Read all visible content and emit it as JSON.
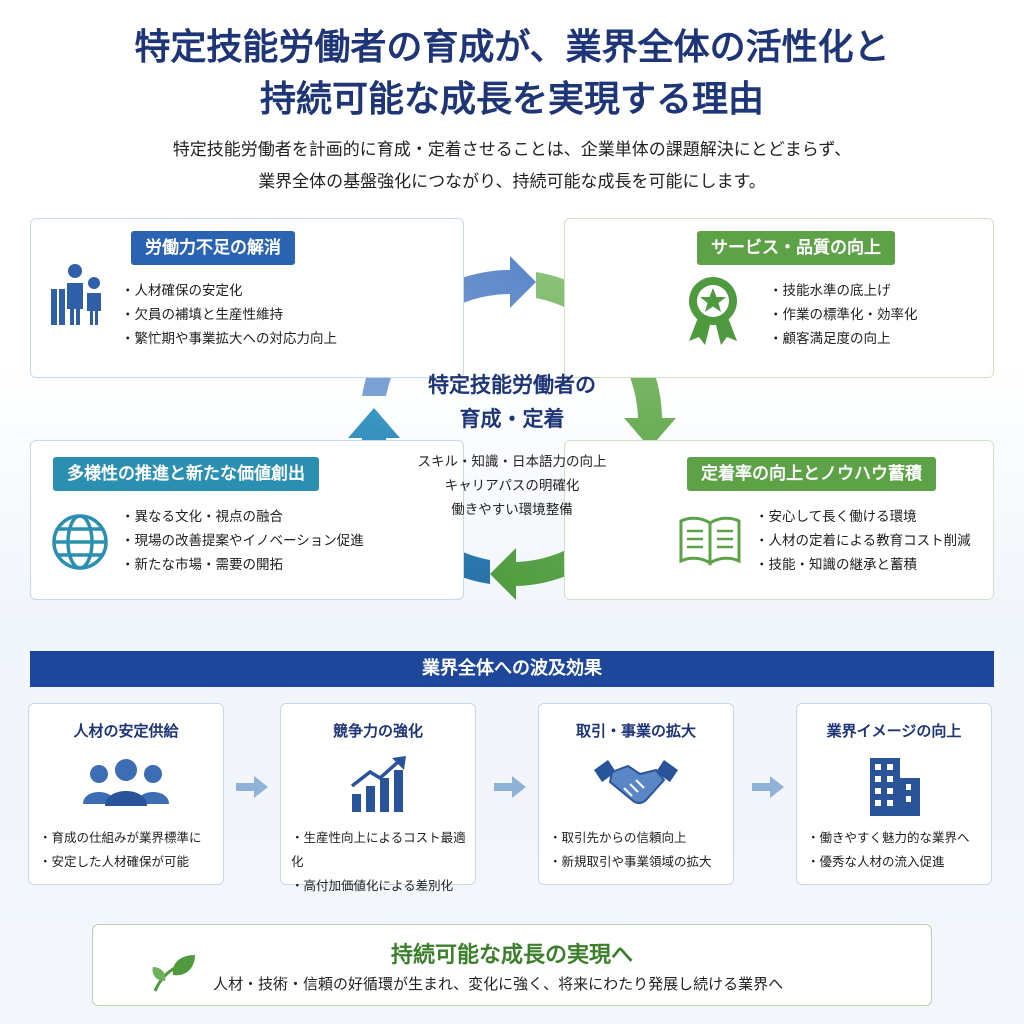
{
  "header": {
    "title_line1": "特定技能労働者の育成が、業界全体の活性化と",
    "title_line2": "持続可能な成長を実現する理由",
    "subtitle_line1": "特定技能労働者を計画的に育成・定着させることは、企業単体の課題解決にとどまらず、",
    "subtitle_line2": "業界全体の基盤強化につながり、持続可能な成長を可能にします。"
  },
  "cards": {
    "labor": {
      "title": "労働力不足の解消",
      "items": [
        "人材確保の安定化",
        "欠員の補填と生産性維持",
        "繁忙期や事業拡大への対応力向上"
      ],
      "icon": "people-icon"
    },
    "quality": {
      "title": "サービス・品質の向上",
      "items": [
        "技能水準の底上げ",
        "作業の標準化・効率化",
        "顧客満足度の向上"
      ],
      "icon": "award-icon"
    },
    "diversity": {
      "title": "多様性の推進と新たな価値創出",
      "items": [
        "異なる文化・視点の融合",
        "現場の改善提案やイノベーション促進",
        "新たな市場・需要の開拓"
      ],
      "icon": "globe-icon"
    },
    "retention": {
      "title": "定着率の向上とノウハウ蓄積",
      "items": [
        "安心して長く働ける環境",
        "人材の定着による教育コスト削減",
        "技能・知識の継承と蓄積"
      ],
      "icon": "book-icon"
    }
  },
  "center": {
    "title_line1": "特定技能労働者の",
    "title_line2": "育成・定着",
    "items": [
      "スキル・知識・日本語力の向上",
      "キャリアパスの明確化",
      "働きやすい環境整備"
    ]
  },
  "effects": {
    "heading": "業界全体への波及効果",
    "columns": [
      {
        "title": "人材の安定供給",
        "icon": "group-icon",
        "items": [
          "育成の仕組みが業界標準に",
          "安定した人材確保が可能"
        ]
      },
      {
        "title": "競争力の強化",
        "icon": "growth-chart-icon",
        "items": [
          "生産性向上によるコスト最適化",
          "高付加価値化による差別化"
        ]
      },
      {
        "title": "取引・事業の拡大",
        "icon": "handshake-icon",
        "items": [
          "取引先からの信頼向上",
          "新規取引や事業領域の拡大"
        ]
      },
      {
        "title": "業界イメージの向上",
        "icon": "building-icon",
        "items": [
          "働きやすく魅力的な業界へ",
          "優秀な人材の流入促進"
        ]
      }
    ]
  },
  "sustain": {
    "title": "持続可能な成長の実現へ",
    "text": "人材・技術・信頼の好循環が生まれ、変化に強く、将来にわたり発展し続ける業界へ",
    "icon": "leaf-icon"
  },
  "colors": {
    "navy": "#1e3577",
    "blue": "#2a63b2",
    "teal": "#2a8fb0",
    "green": "#5ea247",
    "bar": "#1e469a"
  }
}
